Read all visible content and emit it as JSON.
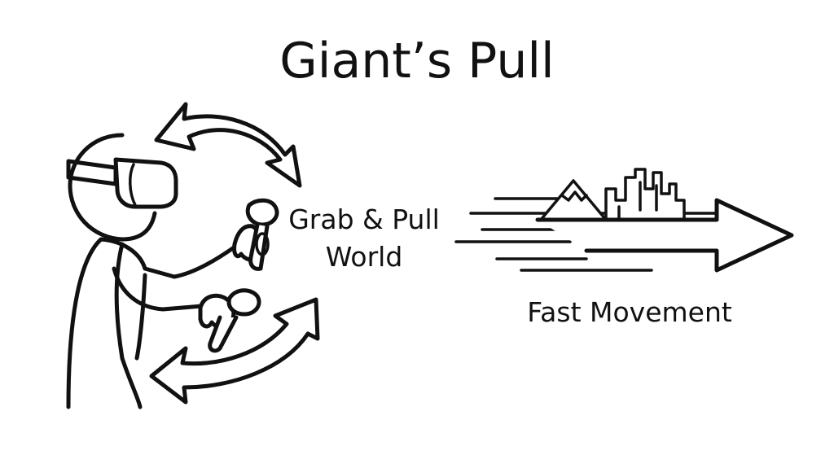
{
  "diagram": {
    "title": "Giant’s Pull",
    "grab_label_line1": "Grab & Pull",
    "grab_label_line2": "World",
    "movement_label": "Fast Movement"
  },
  "colors": {
    "ink": "#111111",
    "background": "#ffffff"
  },
  "icons": [
    "vr-user-figure",
    "vr-headset-icon",
    "motion-controller-icon",
    "rotation-arrow-icon",
    "mountain-icon",
    "city-skyline-icon",
    "forward-arrow-icon"
  ]
}
